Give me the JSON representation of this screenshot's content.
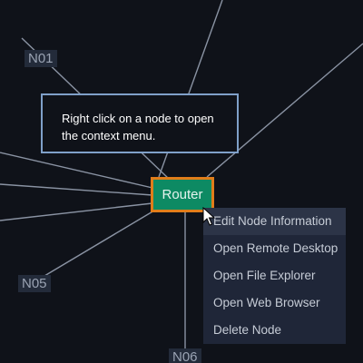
{
  "canvas": {
    "background": "#0f1219",
    "edge_color": "#8a93a3"
  },
  "nodes": {
    "n01": {
      "label": "N01"
    },
    "n05": {
      "label": "N05"
    },
    "n06": {
      "label": "N06"
    },
    "router": {
      "label": "Router",
      "fill": "#0d8a63",
      "border": "#e07d1a",
      "selected": true
    }
  },
  "tooltip": {
    "text": "Right click on a node to open the context menu."
  },
  "context_menu": {
    "items": [
      {
        "label": "Edit Node Information",
        "hovered": true
      },
      {
        "label": "Open Remote Desktop",
        "hovered": false
      },
      {
        "label": "Open File Explorer",
        "hovered": false
      },
      {
        "label": "Open Web Browser",
        "hovered": false
      },
      {
        "label": "Delete Node",
        "hovered": false
      }
    ]
  },
  "cursor": {
    "icon": "mouse-pointer-icon"
  }
}
